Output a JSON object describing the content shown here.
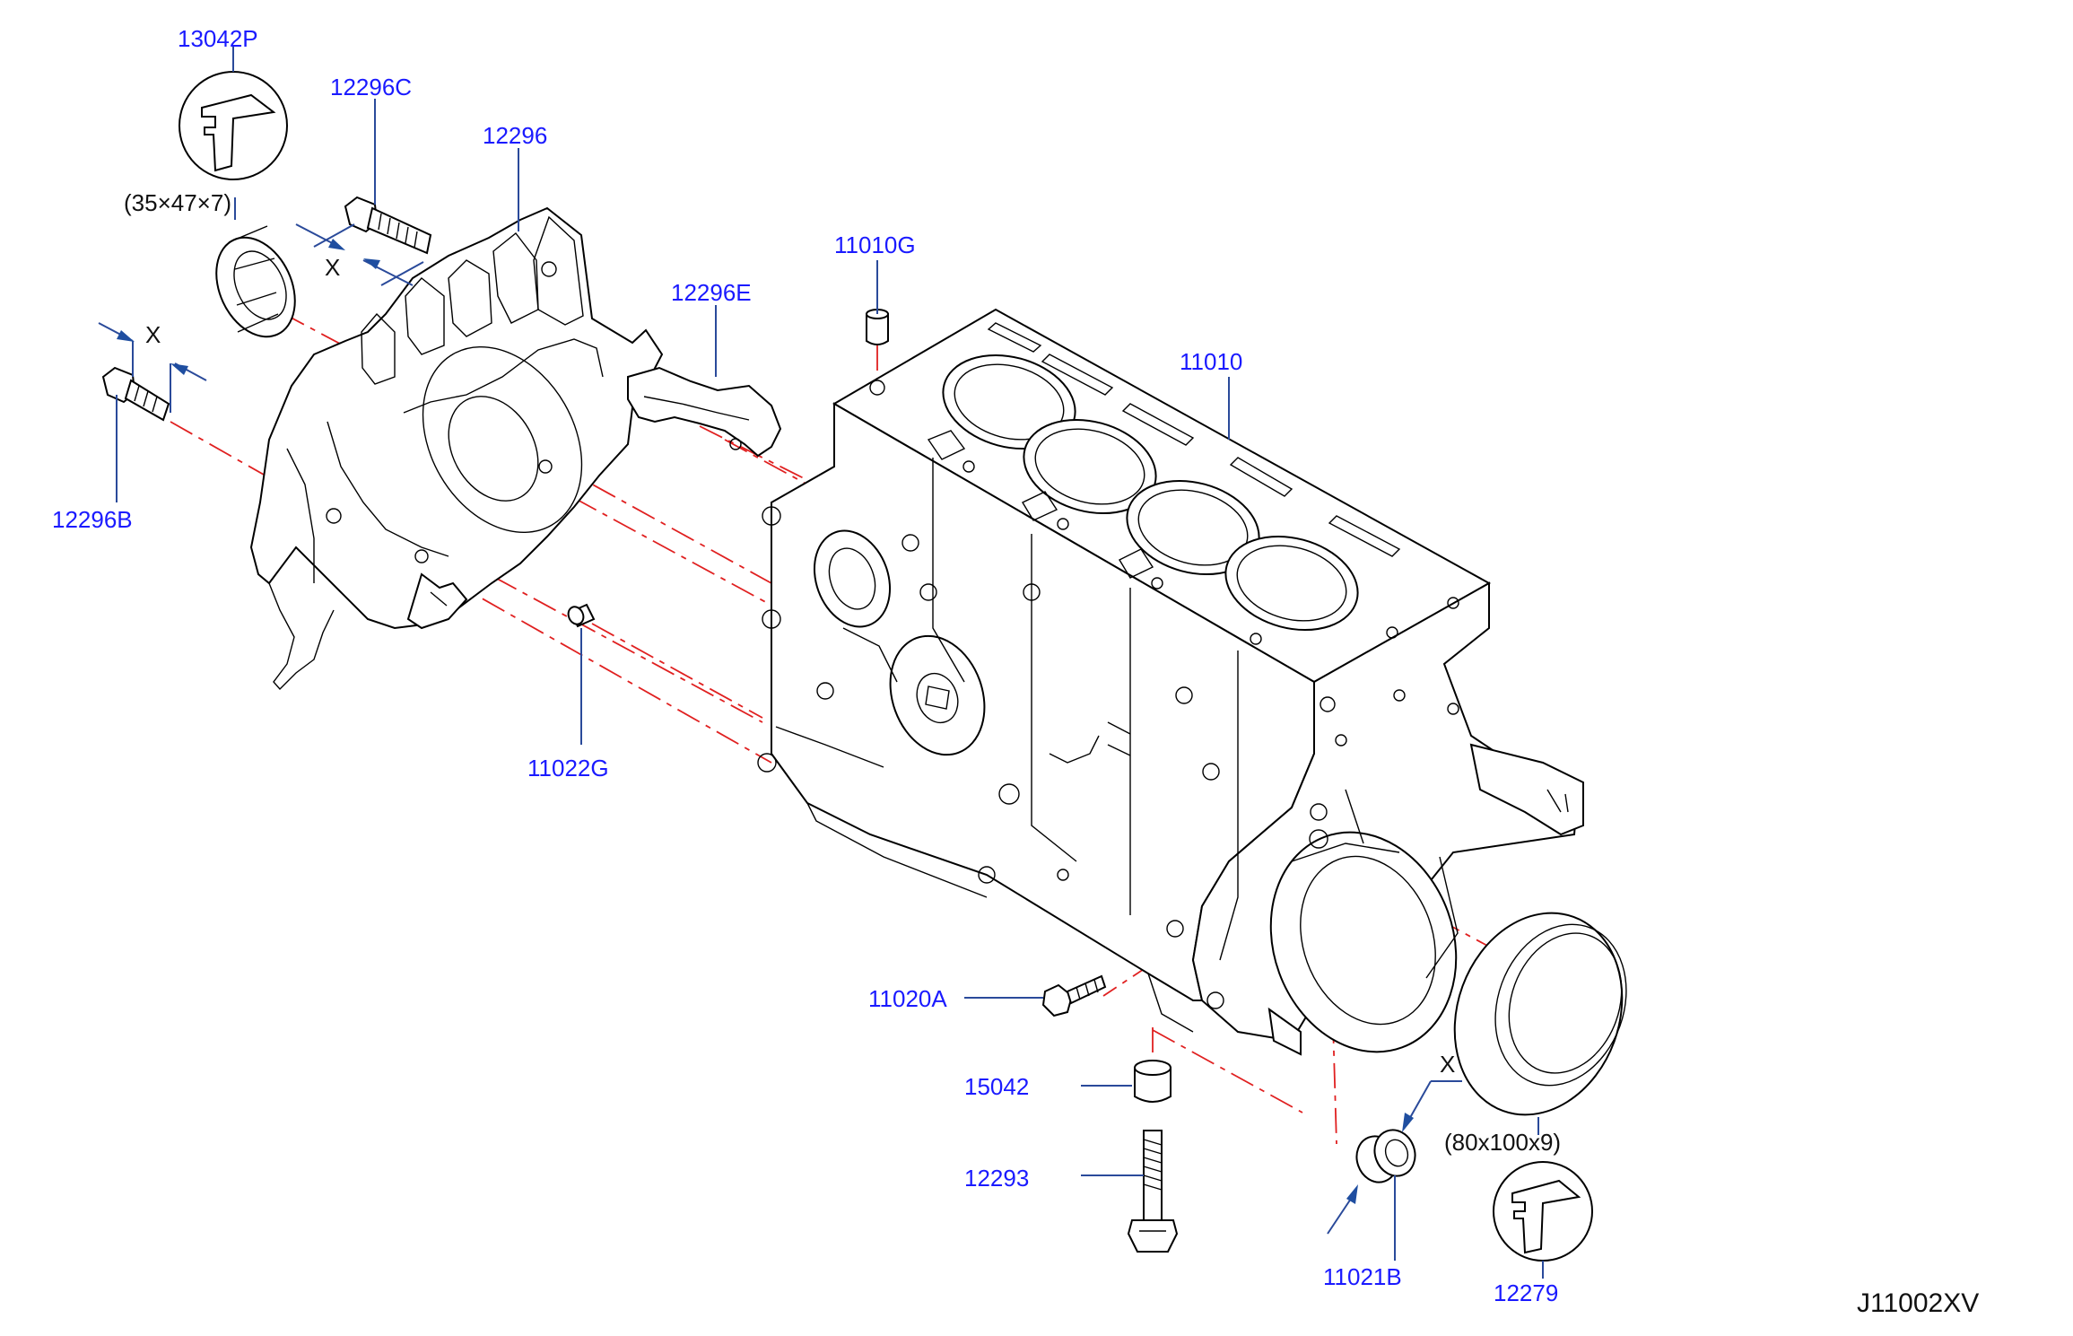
{
  "diagram_code": "J11002XV",
  "parts": {
    "p13042P": "13042P",
    "p12296C": "12296C",
    "p12296": "12296",
    "p12296E": "12296E",
    "p11010G": "11010G",
    "p11010": "11010",
    "p12296B": "12296B",
    "p11022G": "11022G",
    "p11020A": "11020A",
    "p15042": "15042",
    "p12293": "12293",
    "p11021B": "11021B",
    "p12279": "12279"
  },
  "dims": {
    "front_seal": "(35×47×7)",
    "rear_seal": "(80x100x9)"
  },
  "marks": {
    "x1": "X",
    "x2": "X",
    "x3": "X"
  },
  "colors": {
    "label": "#1a1aff",
    "centerline": "#e02020",
    "leader": "#2a4a9a"
  }
}
